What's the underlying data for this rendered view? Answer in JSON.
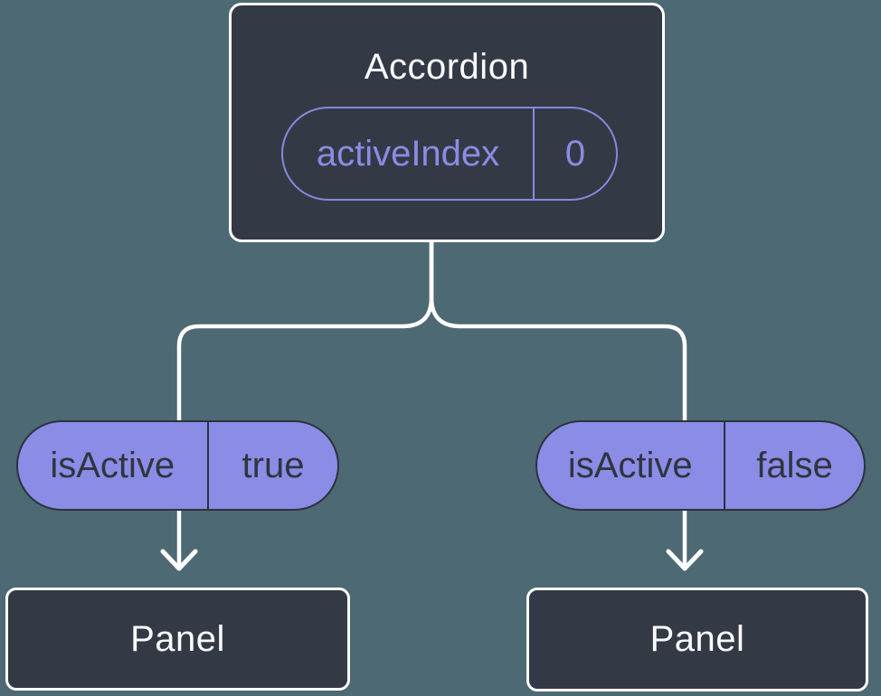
{
  "root": {
    "title": "Accordion",
    "state": {
      "name": "activeIndex",
      "value": "0"
    }
  },
  "props": {
    "left": {
      "name": "isActive",
      "value": "true"
    },
    "right": {
      "name": "isActive",
      "value": "false"
    }
  },
  "children": {
    "left": {
      "title": "Panel"
    },
    "right": {
      "title": "Panel"
    }
  },
  "colors": {
    "background": "#4d6973",
    "node_fill": "#343a45",
    "node_border": "#ffffff",
    "accent_purple": "#8b8ce6",
    "accent_purple_line": "#8589e0",
    "pill_text_dark": "#30353f",
    "pill_border_dark": "#2c323d",
    "connector": "#ffffff",
    "title_text": "#fafafc"
  }
}
